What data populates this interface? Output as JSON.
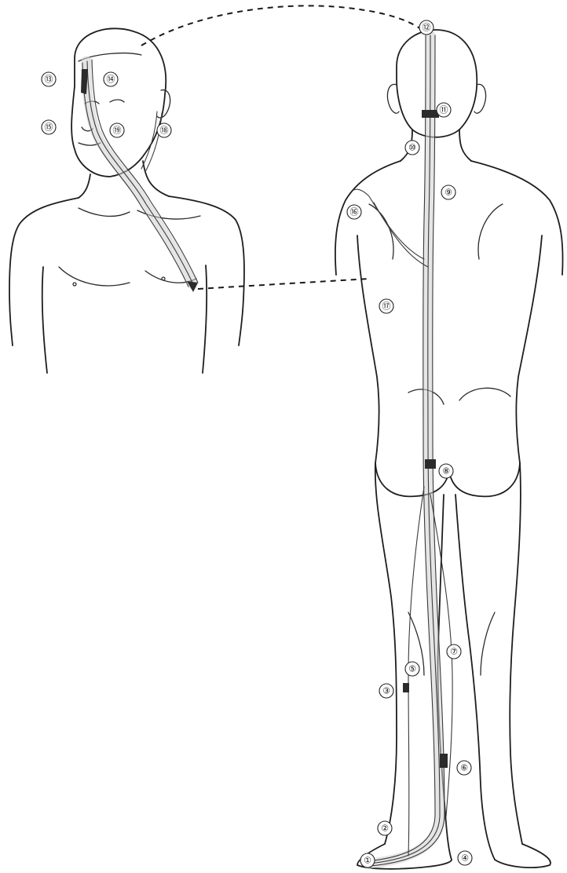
{
  "figure": {
    "markers": [
      {
        "id": "1",
        "label": "①"
      },
      {
        "id": "2",
        "label": "②"
      },
      {
        "id": "3",
        "label": "③"
      },
      {
        "id": "4",
        "label": "④"
      },
      {
        "id": "5",
        "label": "⑤"
      },
      {
        "id": "6",
        "label": "⑥"
      },
      {
        "id": "7",
        "label": "⑦"
      },
      {
        "id": "8",
        "label": "⑧"
      },
      {
        "id": "9",
        "label": "⑨"
      },
      {
        "id": "10",
        "label": "⑩"
      },
      {
        "id": "11",
        "label": "⑪"
      },
      {
        "id": "12",
        "label": "⑫"
      },
      {
        "id": "13",
        "label": "⑬"
      },
      {
        "id": "14",
        "label": "⑭"
      },
      {
        "id": "15",
        "label": "⑮"
      },
      {
        "id": "16",
        "label": "⑯"
      },
      {
        "id": "17",
        "label": "⑰"
      },
      {
        "id": "18",
        "label": "⑱"
      },
      {
        "id": "19",
        "label": "⑲"
      }
    ]
  }
}
